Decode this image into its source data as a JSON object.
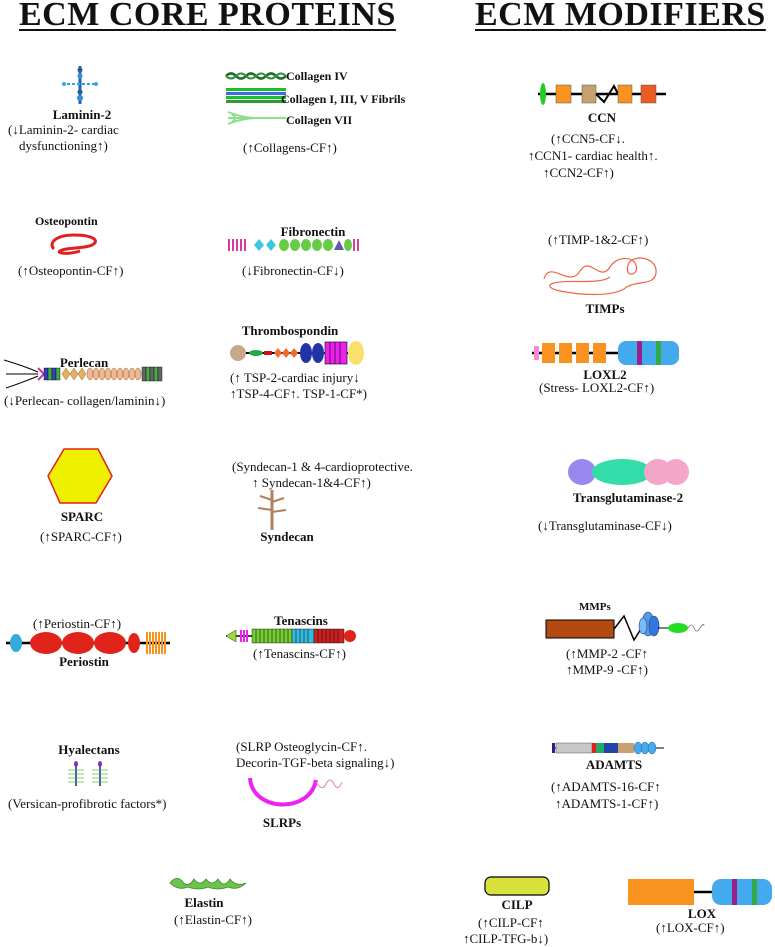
{
  "headers": {
    "core": "ECM CORE PROTEINS",
    "modifiers": "ECM MODIFIERS"
  },
  "laminin": {
    "name": "Laminin-2",
    "note1": "(↓Laminin-2- cardiac",
    "note2": "dysfunctioning↑)"
  },
  "collagens": {
    "c4": "Collagen IV",
    "c135": "Collagen I, III, V Fibrils",
    "c7": "Collagen VII",
    "note": "(↑Collagens-CF↑)"
  },
  "ccn": {
    "name": "CCN",
    "note1": "(↑CCN5-CF↓.",
    "note2": "↑CCN1- cardiac health↑.",
    "note3": "↑CCN2-CF↑)"
  },
  "osteopontin": {
    "name": "Osteopontin",
    "note": "(↑Osteopontin-CF↑)"
  },
  "fibronectin": {
    "name": "Fibronectin",
    "note": "(↓Fibronectin-CF↓)"
  },
  "timps": {
    "note": "(↑TIMP-1&2-CF↑)",
    "name": "TIMPs"
  },
  "perlecan": {
    "name": "Perlecan",
    "note": "(↓Perlecan- collagen/laminin↓)"
  },
  "thrombospondin": {
    "name": "Thrombospondin",
    "note1": "(↑ TSP-2-cardiac injury↓",
    "note2": "↑TSP-4-CF↑.  TSP-1-CF*)"
  },
  "loxl2": {
    "name": "LOXL2",
    "note": "(Stress- LOXL2-CF↑)"
  },
  "sparc": {
    "name": "SPARC",
    "note": "(↑SPARC-CF↑)"
  },
  "syndecan": {
    "note1": "(Syndecan-1 & 4-cardioprotective.",
    "note2": "↑ Syndecan-1&4-CF↑)",
    "name": "Syndecan"
  },
  "transglutaminase": {
    "name": "Transglutaminase-2",
    "note": "(↓Transglutaminase-CF↓)"
  },
  "periostin": {
    "note": "(↑Periostin-CF↑)",
    "name": "Periostin"
  },
  "tenascins": {
    "name": "Tenascins",
    "note": "(↑Tenascins-CF↑)"
  },
  "mmps": {
    "name": "MMPs",
    "note1": "(↑MMP-2 -CF↑",
    "note2": "↑MMP-9  -CF↑)"
  },
  "hyalectans": {
    "name": "Hyalectans",
    "note": "(Versican-profibrotic factors*)"
  },
  "slrps": {
    "note1": "(SLRP Osteoglycin-CF↑.",
    "note2": "Decorin-TGF-beta signaling↓)",
    "name": "SLRPs"
  },
  "adamts": {
    "name": "ADAMTS",
    "note1": "(↑ADAMTS-16-CF↑",
    "note2": "↑ADAMTS-1-CF↑)"
  },
  "elastin": {
    "name": "Elastin",
    "note": "(↑Elastin-CF↑)"
  },
  "cilp": {
    "name": "CILP",
    "note1": "(↑CILP-CF↑",
    "note2": "↑CILP-TFG-b↓)"
  },
  "lox": {
    "name": "LOX",
    "note": "(↑LOX-CF↑)"
  }
}
